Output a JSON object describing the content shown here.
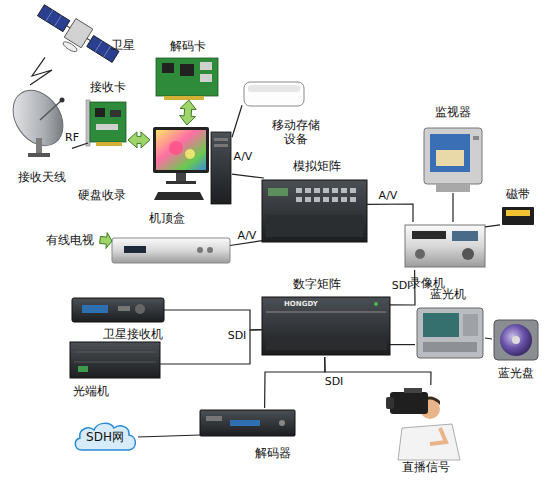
{
  "diagram": {
    "nodes": [
      {
        "text": [
          "卫星"
        ]
      },
      {
        "text": [
          "接收天线"
        ]
      },
      {
        "text": [
          "接收卡"
        ]
      },
      {
        "text": [
          "解码卡"
        ]
      },
      {
        "text": [
          "硬盘收录"
        ]
      },
      {
        "text": [
          "移动存储设备"
        ]
      },
      {
        "text": [
          "有线电视"
        ]
      },
      {
        "text": [
          "机顶盒"
        ]
      },
      {
        "text": [
          "模拟矩阵"
        ]
      },
      {
        "text": [
          "监视器"
        ]
      },
      {
        "text": [
          "录像机"
        ]
      },
      {
        "text": [
          "磁带"
        ]
      },
      {
        "text": [
          "卫星接收机"
        ]
      },
      {
        "text": [
          "光端机"
        ]
      },
      {
        "text": [
          "数字矩阵"
        ]
      },
      {
        "text": [
          "蓝光机"
        ]
      },
      {
        "text": [
          "蓝光盘"
        ]
      },
      {
        "text": [
          "SDH网"
        ]
      },
      {
        "text": [
          "解码器"
        ]
      },
      {
        "text": [
          "直播信号"
        ]
      }
    ],
    "edges": [
      {
        "from": 0,
        "to": 1,
        "arrow": "none"
      },
      {
        "from": 1,
        "to": 2,
        "label": "RF",
        "arrow": "none"
      },
      {
        "from": 2,
        "to": 4,
        "arrow": "both"
      },
      {
        "from": 3,
        "to": 4,
        "arrow": "both"
      },
      {
        "from": 4,
        "to": 5,
        "arrow": "none"
      },
      {
        "from": 4,
        "to": 8,
        "label": "A/V",
        "arrow": "none"
      },
      {
        "from": 7,
        "to": 8,
        "label": "A/V",
        "arrow": "none"
      },
      {
        "from": 6,
        "to": 7,
        "arrow": "to"
      },
      {
        "from": 8,
        "to": 10,
        "label": "A/V",
        "arrow": "none"
      },
      {
        "from": 9,
        "to": 10,
        "arrow": "none"
      },
      {
        "from": 10,
        "to": 11,
        "arrow": "none"
      },
      {
        "from": 10,
        "to": 14,
        "label": "SDI",
        "arrow": "none"
      },
      {
        "from": 12,
        "to": 14,
        "label": "SDI",
        "arrow": "none"
      },
      {
        "from": 13,
        "to": 14,
        "arrow": "none"
      },
      {
        "from": 14,
        "to": 15,
        "arrow": "none"
      },
      {
        "from": 15,
        "to": 16,
        "arrow": "none"
      },
      {
        "from": 18,
        "to": 14,
        "label": "SDI",
        "arrow": "none"
      },
      {
        "from": 19,
        "to": 14,
        "arrow": "none"
      },
      {
        "from": 17,
        "to": 18,
        "arrow": "none"
      }
    ],
    "labels": [
      "HONGDY"
    ]
  }
}
